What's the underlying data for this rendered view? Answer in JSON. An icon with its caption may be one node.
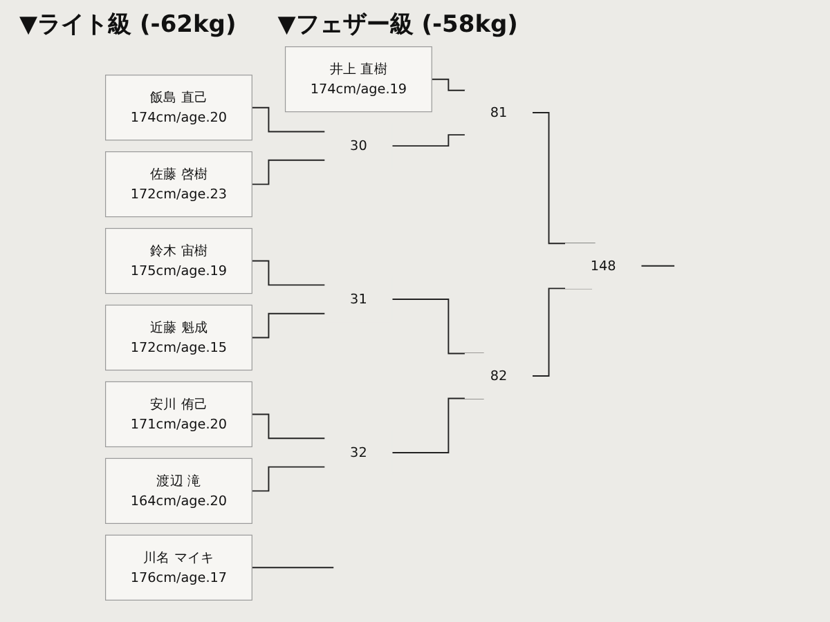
{
  "diagram": {
    "nodes": [
      {
        "text": [
          "井上 直樹",
          "174cm/age.19"
        ]
      },
      {
        "text": [
          "飯島 直己",
          "174cm/age.20"
        ]
      },
      {
        "text": [
          "佐藤 啓樹",
          "172cm/age.23"
        ]
      },
      {
        "text": [
          "鈴木 宙樹",
          "175cm/age.19"
        ]
      },
      {
        "text": [
          "近藤 魁成",
          "172cm/age.15"
        ]
      },
      {
        "text": [
          "安川 侑己",
          "171cm/age.20"
        ]
      },
      {
        "text": [
          "渡辺 滝",
          "164cm/age.20"
        ]
      },
      {
        "text": [
          "30"
        ]
      },
      {
        "text": [
          "81"
        ]
      },
      {
        "text": [
          "31"
        ]
      },
      {
        "text": [
          "32"
        ]
      },
      {
        "text": [
          "82"
        ]
      },
      {
        "text": [
          "148"
        ]
      },
      {
        "text": [
          "川名 マイキ",
          "176cm/age.17"
        ]
      }
    ],
    "edges": [
      {
        "from": 0,
        "to": 8,
        "arrow": "none"
      },
      {
        "from": 1,
        "to": 7,
        "arrow": "none"
      },
      {
        "from": 2,
        "to": 7,
        "arrow": "none"
      },
      {
        "from": 7,
        "to": 8,
        "arrow": "none"
      },
      {
        "from": 3,
        "to": 9,
        "arrow": "none"
      },
      {
        "from": 4,
        "to": 9,
        "arrow": "none"
      },
      {
        "from": 5,
        "to": 10,
        "arrow": "none"
      },
      {
        "from": 6,
        "to": 10,
        "arrow": "none"
      },
      {
        "from": 9,
        "to": 11,
        "arrow": "none"
      },
      {
        "from": 10,
        "to": 11,
        "arrow": "none"
      },
      {
        "from": 8,
        "to": 12,
        "arrow": "none"
      },
      {
        "from": 11,
        "to": 12,
        "arrow": "none"
      },
      {
        "from": 12,
        "to": null,
        "arrow": "none"
      },
      {
        "from": 13,
        "to": null,
        "arrow": "none"
      }
    ],
    "labels": [
      "▼ライト級 (-62kg)",
      "▼フェザー級 (-58kg)"
    ]
  }
}
